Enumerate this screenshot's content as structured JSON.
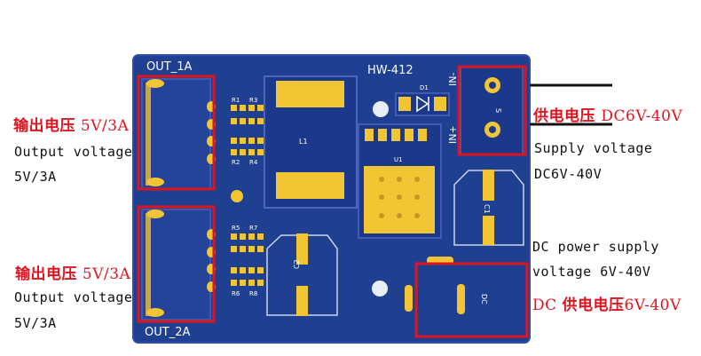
{
  "board": {
    "model": "HW-412",
    "out1_label": "OUT_1A",
    "out2_label": "OUT_2A",
    "in_minus": "IN-",
    "in_plus": "IN+",
    "silkscreen": {
      "r1": "R1",
      "r2": "R2",
      "r3": "R3",
      "r4": "R4",
      "r5": "R5",
      "r6": "R6",
      "r7": "R7",
      "r8": "R8",
      "d1": "D1",
      "l1": "L1",
      "u1": "U1",
      "c1": "C1",
      "c2": "C2",
      "dc": "DC",
      "s": "S"
    }
  },
  "left_labels": {
    "top_cn": "输出电压",
    "top_cn_value": " 5V/3A",
    "top_en_line1": "Output voltage",
    "top_en_line2": "5V/3A",
    "bottom_cn": "输出电压",
    "bottom_cn_value": " 5V/3A",
    "bottom_en_line1": "Output voltage",
    "bottom_en_line2": "5V/3A"
  },
  "right_labels": {
    "supply_cn": "供电电压 ",
    "supply_cn_value": "DC6V-40V",
    "supply_en_line1": "Supply voltage",
    "supply_en_line2": "DC6V-40V",
    "dc_en_line1": "DC power supply",
    "dc_en_line2": "voltage 6V-40V",
    "dc_cn_prefix": "DC ",
    "dc_cn": "供电电压",
    "dc_cn_value": "6V-40V"
  },
  "colors": {
    "board_blue": "#1f3f91",
    "highlight_red": "#e0141e",
    "pad_gold": "#f2c534"
  }
}
